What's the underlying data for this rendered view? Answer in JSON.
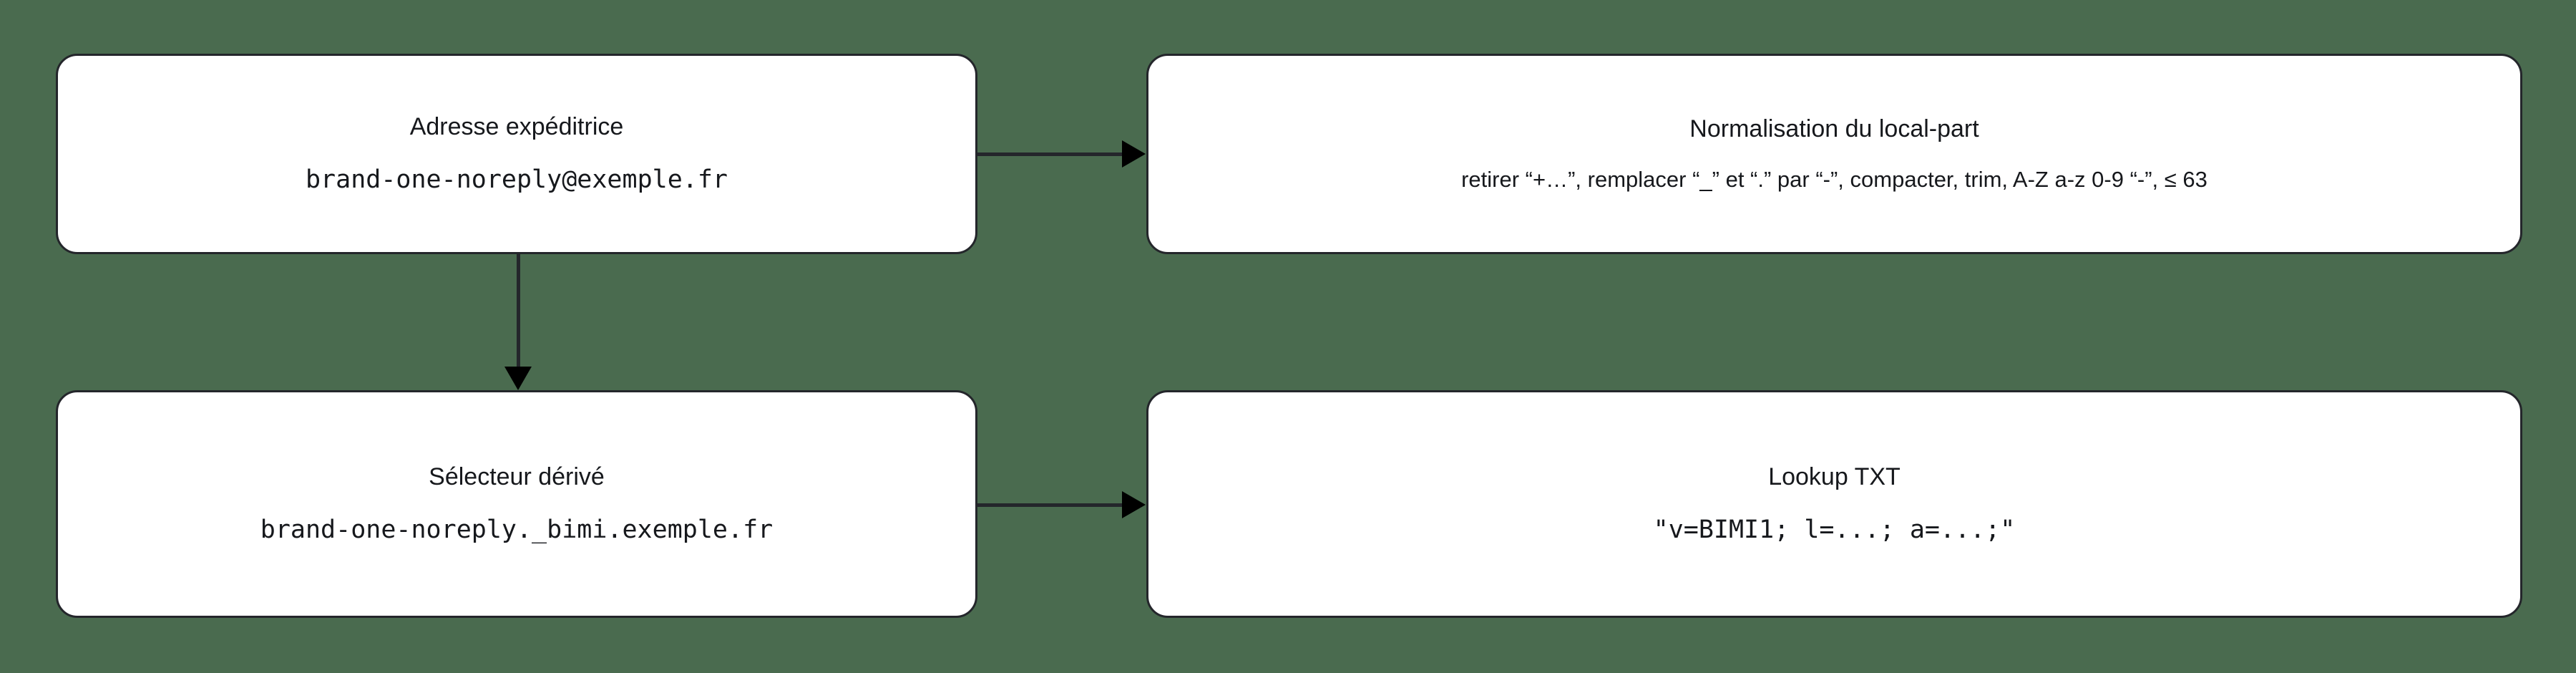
{
  "diagram": {
    "background_color": "#4a6b4f",
    "node_fill_color": "#ffffff",
    "stroke_color": "#24262b",
    "nodes": [
      {
        "id": "sender",
        "title": "Adresse expéditrice",
        "detail": "brand-one-noreply@exemple.fr",
        "detail_style": "mono"
      },
      {
        "id": "normalization",
        "title": "Normalisation du local-part",
        "detail": "retirer “+…”, remplacer “_” et “.” par “-”, compacter, trim, A-Z a-z 0-9 “-”, ≤ 63",
        "detail_style": "sans"
      },
      {
        "id": "selector",
        "title": "Sélecteur dérivé",
        "detail": "brand-one-noreply._bimi.exemple.fr",
        "detail_style": "mono"
      },
      {
        "id": "lookup",
        "title": "Lookup TXT",
        "detail": "\"v=BIMI1; l=...; a=...;\"",
        "detail_style": "mono"
      }
    ],
    "edges": [
      {
        "id": "sender-normalization",
        "from": "sender",
        "to": "normalization",
        "direction": "right",
        "label": ""
      },
      {
        "id": "sender-selector",
        "from": "sender",
        "to": "selector",
        "direction": "down",
        "label": ""
      },
      {
        "id": "selector-lookup",
        "from": "selector",
        "to": "lookup",
        "direction": "right",
        "label": ""
      }
    ]
  }
}
